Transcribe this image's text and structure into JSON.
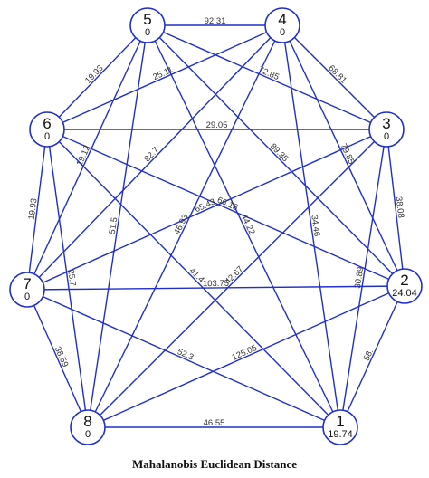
{
  "diagram": {
    "caption": "Mahalanobis Euclidean Distance",
    "edge_color": "#1f2fcc",
    "nodes": [
      {
        "id": "1",
        "value": "19.74"
      },
      {
        "id": "2",
        "value": "24.04"
      },
      {
        "id": "3",
        "value": "0"
      },
      {
        "id": "4",
        "value": "0"
      },
      {
        "id": "5",
        "value": "0"
      },
      {
        "id": "6",
        "value": "0"
      },
      {
        "id": "7",
        "value": "0"
      },
      {
        "id": "8",
        "value": "0"
      }
    ],
    "edges": [
      {
        "from": "5",
        "to": "4",
        "label": "92.31"
      },
      {
        "from": "5",
        "to": "6",
        "label": "19.93"
      },
      {
        "from": "5",
        "to": "3",
        "label": "72.85"
      },
      {
        "from": "5",
        "to": "7",
        "label": "19.12"
      },
      {
        "from": "5",
        "to": "8",
        "label": "51.5"
      },
      {
        "from": "5",
        "to": "2",
        "label": "89.35"
      },
      {
        "from": "5",
        "to": "1",
        "label": "44.22"
      },
      {
        "from": "4",
        "to": "3",
        "label": "68.81"
      },
      {
        "from": "4",
        "to": "6",
        "label": "25.11"
      },
      {
        "from": "4",
        "to": "7",
        "label": "82.7"
      },
      {
        "from": "4",
        "to": "8",
        "label": "46.93"
      },
      {
        "from": "4",
        "to": "2",
        "label": "79.85"
      },
      {
        "from": "4",
        "to": "1",
        "label": "34.46"
      },
      {
        "from": "6",
        "to": "3",
        "label": "29.05"
      },
      {
        "from": "6",
        "to": "7",
        "label": "19.93"
      },
      {
        "from": "6",
        "to": "8",
        "label": "25.7"
      },
      {
        "from": "6",
        "to": "2",
        "label": "66.18"
      },
      {
        "from": "6",
        "to": "1",
        "label": "41.4"
      },
      {
        "from": "3",
        "to": "2",
        "label": "38.08"
      },
      {
        "from": "3",
        "to": "1",
        "label": "30.89"
      },
      {
        "from": "3",
        "to": "7",
        "label": "65.43"
      },
      {
        "from": "3",
        "to": "8",
        "label": "42.67"
      },
      {
        "from": "7",
        "to": "2",
        "label": "103.75"
      },
      {
        "from": "7",
        "to": "8",
        "label": "38.59"
      },
      {
        "from": "7",
        "to": "1",
        "label": "52.3"
      },
      {
        "from": "8",
        "to": "2",
        "label": "125.05"
      },
      {
        "from": "8",
        "to": "1",
        "label": "46.55"
      },
      {
        "from": "1",
        "to": "2",
        "label": "58."
      }
    ]
  }
}
